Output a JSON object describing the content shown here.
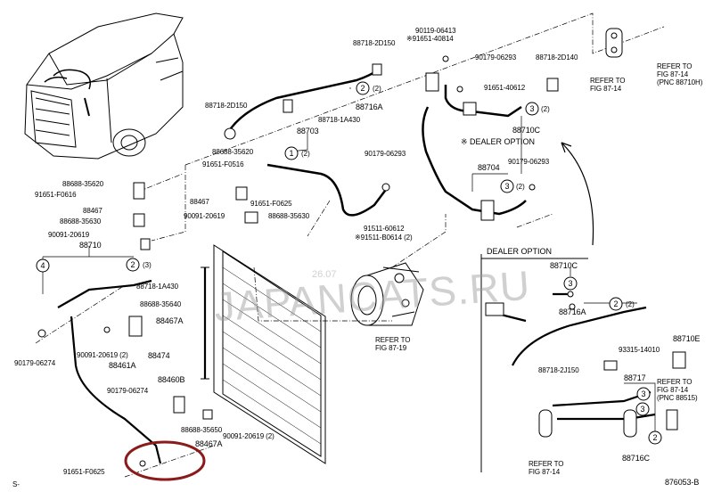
{
  "labels": {
    "l_88718_2d150_top": "88718-2D150",
    "l_90119_06413": "90119-06413",
    "l_91651_40814": "※91651-40814",
    "l_90179_06293_a": "90179-06293",
    "l_88718_2d140": "88718-2D140",
    "l_refer_87_14_a": "REFER TO",
    "l_refer_87_14_a2": "FIG 87-14",
    "l_refer_87_14_a3": "(PNC 88710H)",
    "l_88716a_top": "88716A",
    "l_91651_40612": "91651-40612",
    "l_refer_87_14_b": "REFER TO",
    "l_refer_87_14_b2": "FIG 87-14",
    "l_88718_2d150_left": "88718-2D150",
    "l_88718_1a430_top": "88718-1A430",
    "l_88703": "88703",
    "l_88710c_top": "88710C",
    "l_dealer_option_a": "※ DEALER OPTION",
    "l_88688_35620_a": "88688-35620",
    "l_91651_f0516": "91651-F0516",
    "l_90179_06293_b": "90179-06293",
    "l_88704": "88704",
    "l_90179_06293_c": "90179-06293",
    "l_88688_35620_b": "88688-35620",
    "l_91651_f0616": "91651-F0616",
    "l_88467_a": "88467",
    "l_88467_b": "88467",
    "l_91651_f0625_a": "91651-F0625",
    "l_88688_35630_a": "88688-35630",
    "l_90091_20619_a": "90091-20619",
    "l_88688_35630_b": "88688-35630",
    "l_91511_60612": "91511-60612",
    "l_91511_b0614": "※91511-B0614 (2)",
    "l_90091_20619_b": "90091-20619",
    "l_88710": "88710",
    "l_dealer_option_b": "DEALER OPTION",
    "l_88710c_box": "88710C",
    "l_88718_1a430_b": "88718-1A430",
    "l_88688_35640": "88688-35640",
    "l_88716a_box": "88716A",
    "l_88467a_a": "88467A",
    "l_90091_20619_c": "90091-20619 (2)",
    "l_88461a": "88461A",
    "l_88474": "88474",
    "l_refer_87_19": "REFER TO",
    "l_refer_87_19b": "FIG 87-19",
    "l_88710e": "88710E",
    "l_93315_14010": "93315-14010",
    "l_90179_06274_a": "90179-06274",
    "l_88718_2j150": "88718-2J150",
    "l_88717": "88717",
    "l_refer_87_14_c": "REFER TO",
    "l_refer_87_14_c2": "FIG 87-14",
    "l_refer_87_14_c3": "(PNC 88515)",
    "l_88460b": "88460B",
    "l_90179_06274_b": "90179-06274",
    "l_88688_35650": "88688-35650",
    "l_90091_20619_d": "90091-20619 (2)",
    "l_88467a_b": "88467A",
    "l_88716c": "88716C",
    "l_refer_87_14_d": "REFER TO",
    "l_refer_87_14_d2": "FIG 87-14",
    "l_91651_f0625_b": "91651-F0625",
    "l_s": "S-",
    "l_876053": "876053-B"
  },
  "callouts": {
    "c1_num": "1",
    "c1_qty": "(2)",
    "c2a_num": "2",
    "c2a_qty": "(2)",
    "c2b_num": "2",
    "c2b_qty": "(3)",
    "c2c_num": "2",
    "c2c_qty": "(2)",
    "c2d_num": "2",
    "c3a_num": "3",
    "c3a_qty": "(2)",
    "c3b_num": "3",
    "c3b_qty": "(2)",
    "c3c_num": "3",
    "c3d_num": "3",
    "c3e_num": "3",
    "c4_num": "4"
  },
  "watermark": {
    "text": "JAPANCATS.RU",
    "date": "26.07"
  },
  "highlight_color": "#8b1a1a",
  "line_color": "#000000"
}
